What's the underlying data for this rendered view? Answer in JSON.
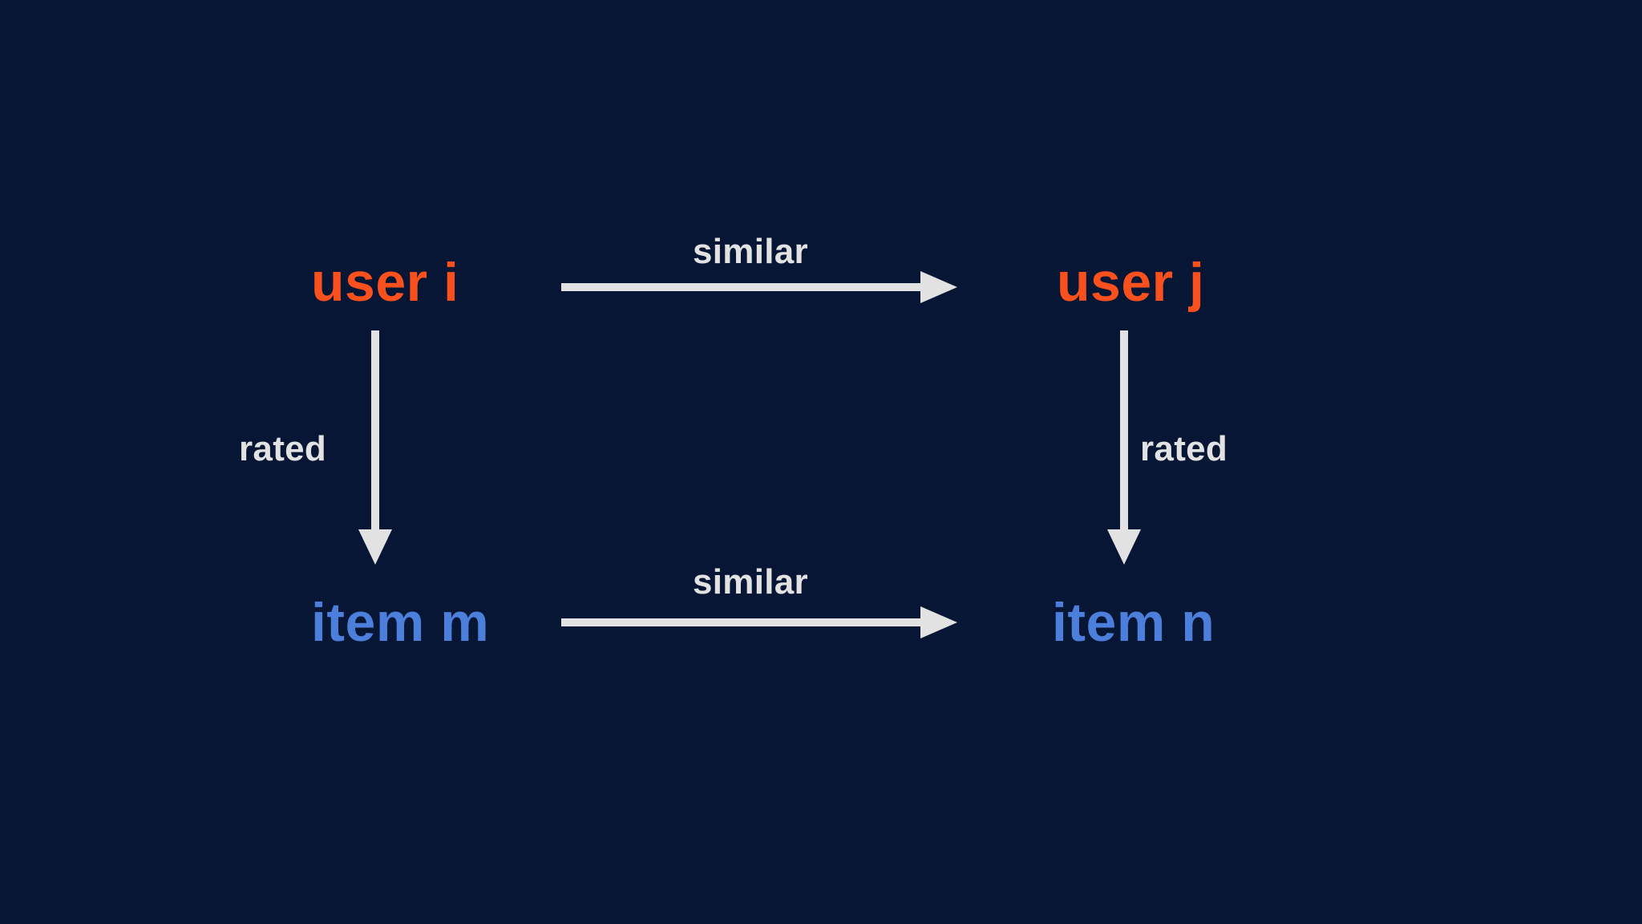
{
  "diagram": {
    "title": "user-item similarity and rating relationships",
    "background_color": "#071634",
    "nodes": [
      {
        "id": "user-i",
        "label": "user i",
        "type": "user",
        "color": "#f9501e"
      },
      {
        "id": "user-j",
        "label": "user j",
        "type": "user",
        "color": "#f9501e"
      },
      {
        "id": "item-m",
        "label": "item m",
        "type": "item",
        "color": "#4c7edb"
      },
      {
        "id": "item-n",
        "label": "item n",
        "type": "item",
        "color": "#4c7edb"
      }
    ],
    "edges": [
      {
        "id": "user-similar",
        "label": "similar",
        "from": "user-i",
        "to": "user-j",
        "direction": "right",
        "color": "#e2e2e2"
      },
      {
        "id": "item-similar",
        "label": "similar",
        "from": "item-m",
        "to": "item-n",
        "direction": "right",
        "color": "#e2e2e2"
      },
      {
        "id": "rated-left",
        "label": "rated",
        "from": "user-i",
        "to": "item-m",
        "direction": "down",
        "color": "#e2e2e2"
      },
      {
        "id": "rated-right",
        "label": "rated",
        "from": "user-j",
        "to": "item-n",
        "direction": "down",
        "color": "#e2e2e2"
      }
    ],
    "edge_label_color": "#e2e2e2"
  }
}
